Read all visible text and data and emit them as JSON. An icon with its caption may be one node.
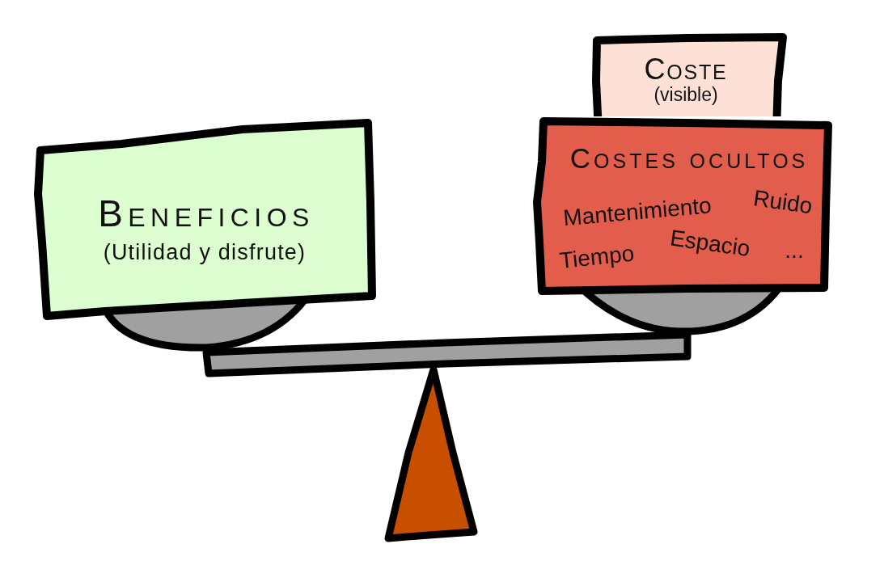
{
  "diagram": {
    "nodes": [
      {
        "text": [
          "Beneficios",
          "(Utilidad y disfrute)"
        ]
      },
      {
        "text": [
          "Coste",
          "(visible)"
        ]
      },
      {
        "text": [
          "Costes ocultos",
          "Mantenimiento",
          "Ruido",
          "Tiempo",
          "Espacio",
          "..."
        ]
      }
    ]
  }
}
